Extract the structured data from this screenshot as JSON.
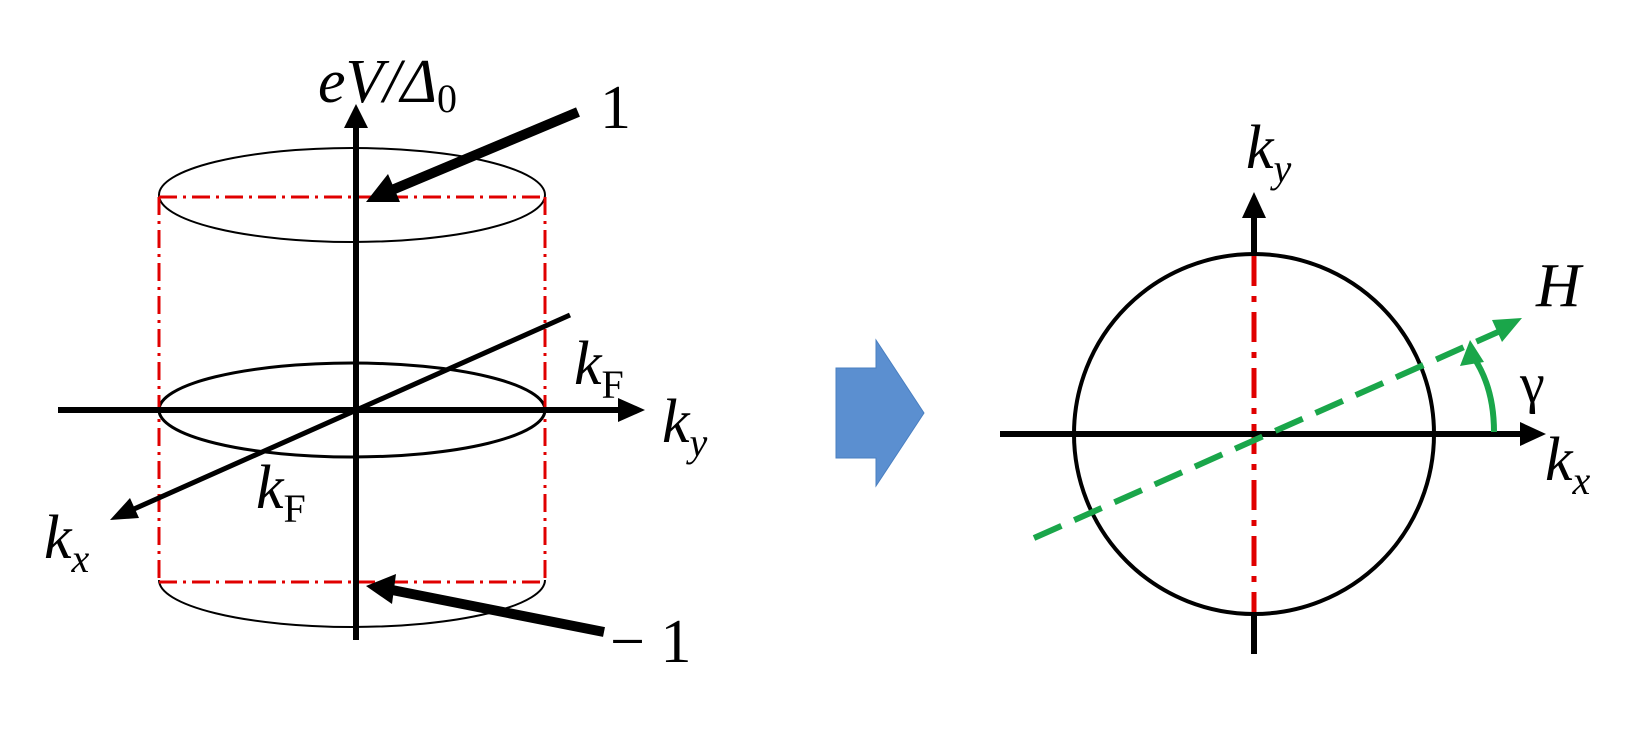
{
  "left_panel": {
    "axis_vertical": {
      "label_main": "eV/",
      "label_delta": "Δ",
      "label_sub": "0"
    },
    "axis_ky": {
      "base": "k",
      "sub": "y"
    },
    "axis_kx": {
      "base": "k",
      "sub": "x"
    },
    "kf_right": {
      "base": "k",
      "sub": "F"
    },
    "kf_center": {
      "base": "k",
      "sub": "F"
    },
    "arrow_top_label": "1",
    "arrow_bottom_label": "− 1",
    "colors": {
      "dashdot": "#e00000",
      "axes": "#000000"
    }
  },
  "transition_arrow": {
    "color": "#5b8fd0"
  },
  "right_panel": {
    "axis_ky": {
      "base": "k",
      "sub": "y"
    },
    "axis_kx": {
      "base": "k",
      "sub": "x"
    },
    "field_label": "H",
    "angle_label": "γ",
    "colors": {
      "field": "#1aa64a",
      "dashdot": "#e00000"
    }
  }
}
